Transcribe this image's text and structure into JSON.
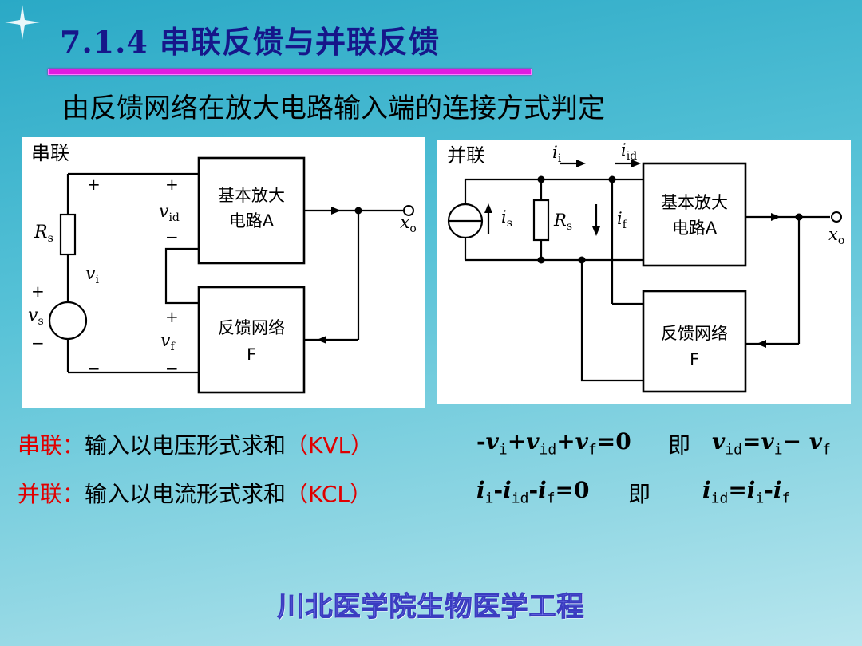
{
  "slide": {
    "title": "7.1.4  串联反馈与并联反馈",
    "subtitle": "由反馈网络在放大电路输入端的连接方式判定",
    "footer": "川北医学院生物医学工程",
    "title_color": "#16168a",
    "accent_line_color": "#e01ce0",
    "highlight_color": "#e00000"
  },
  "series_diagram": {
    "label": "串联",
    "amp_line1": "基本放大",
    "amp_line2": "电路A",
    "fb_line1": "反馈网络",
    "fb_line2": "F",
    "rs": "R",
    "rs_sub": "s",
    "vi": "v",
    "vi_sub": "i",
    "vid": "v",
    "vid_sub": "id",
    "vf": "v",
    "vf_sub": "f",
    "vs": "v",
    "vs_sub": "s",
    "xo": "x",
    "xo_sub": "o",
    "plus": "+",
    "minus": "−"
  },
  "parallel_diagram": {
    "label": "并联",
    "amp_line1": "基本放大",
    "amp_line2": "电路A",
    "fb_line1": "反馈网络",
    "fb_line2": "F",
    "ii": "i",
    "ii_sub": "i",
    "iid": "i",
    "iid_sub": "id",
    "is": "i",
    "is_sub": "s",
    "rs": "R",
    "rs_sub": "s",
    "if": "i",
    "if_sub": "f",
    "xo": "x",
    "xo_sub": "o"
  },
  "equations": {
    "series": {
      "label": "串联：",
      "text": "输入以电压形式求和",
      "law": "（KVL）",
      "eq1": [
        "-",
        "v",
        "i",
        "+",
        "v",
        "id",
        "+",
        "v",
        "f",
        "=0"
      ],
      "ji": "即",
      "eq2": [
        "v",
        "id",
        "=",
        "v",
        "i",
        "− ",
        "v",
        "f"
      ]
    },
    "parallel": {
      "label": "并联：",
      "text": "输入以电流形式求和",
      "law": "（KCL）",
      "eq1": [
        "i",
        "i",
        "-",
        "i",
        "id",
        "-",
        "i",
        "f",
        "=0"
      ],
      "ji": "即",
      "eq2": [
        "i",
        "id",
        "=",
        "i",
        "i",
        "-",
        "i",
        "f"
      ]
    }
  }
}
